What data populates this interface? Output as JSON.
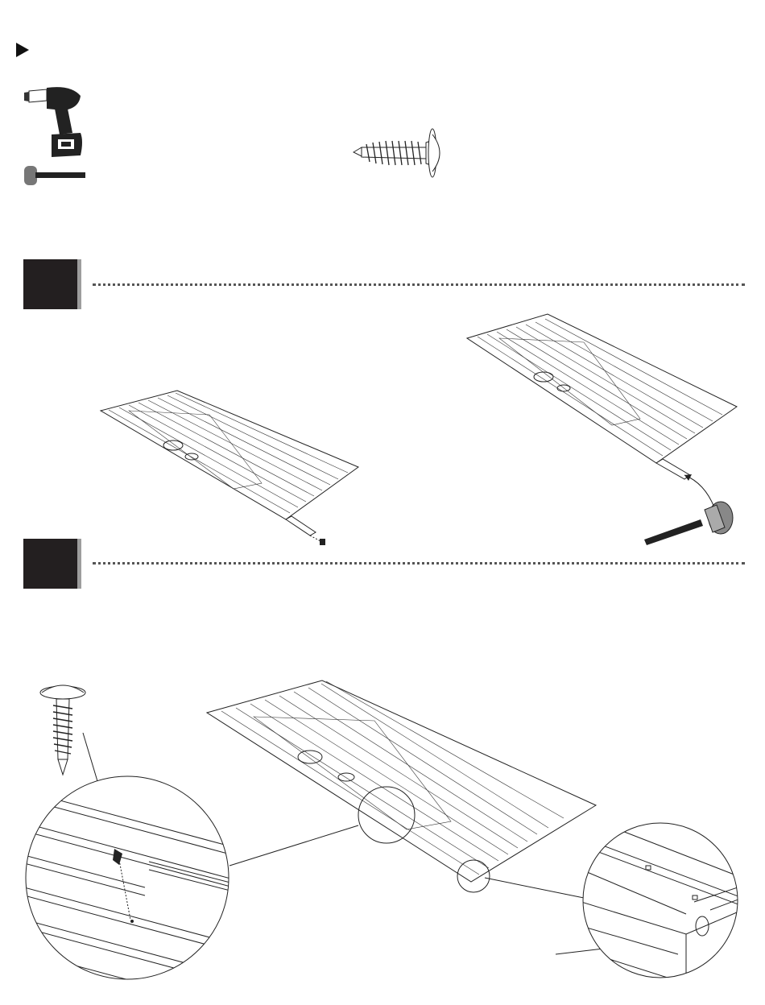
{
  "page": {
    "type": "assembly-instructions"
  },
  "icons": {
    "play": "play-arrow-icon",
    "drill": "cordless-drill-icon",
    "mallet": "rubber-mallet-icon",
    "screw": "washer-head-screw-icon"
  },
  "steps": [
    {
      "id": 1,
      "label": ""
    },
    {
      "id": 2,
      "label": ""
    }
  ],
  "colors": {
    "ink": "#231f20",
    "accent_bar": "#9d9d9d"
  }
}
